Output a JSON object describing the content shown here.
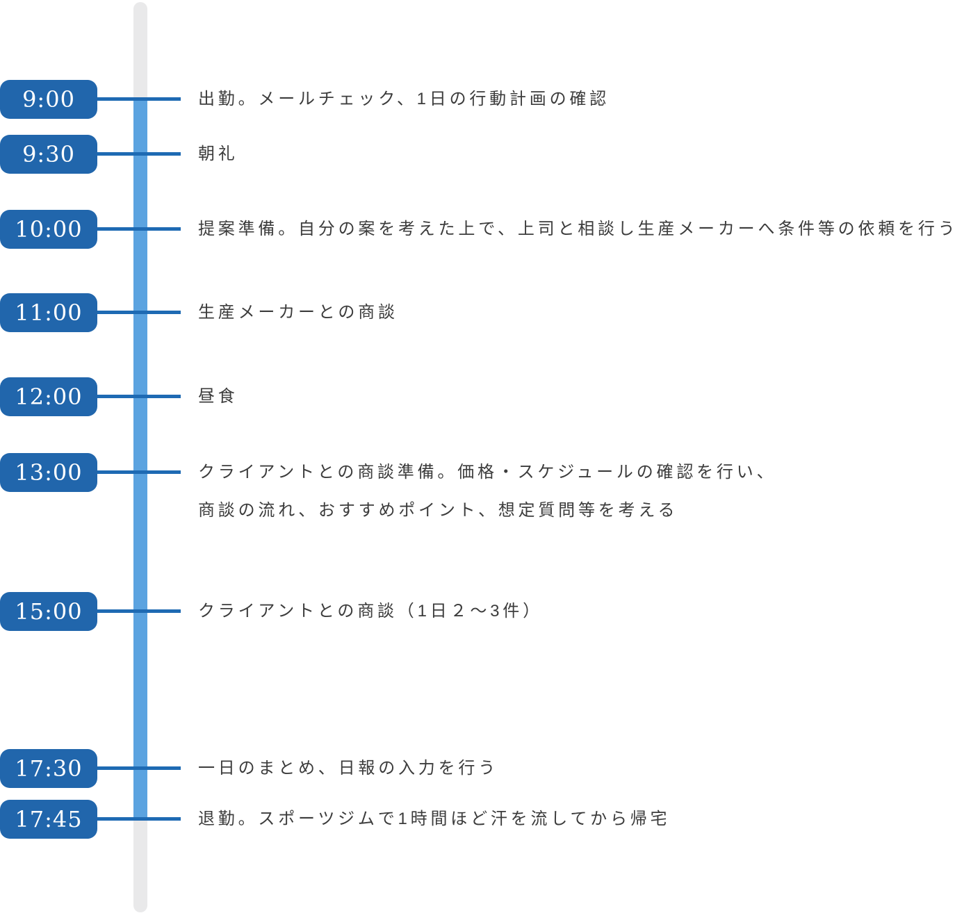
{
  "timeline": {
    "type": "daily-schedule-timeline",
    "colors": {
      "badge_blue": "#2166ac",
      "connector_blue": "#1e6ab3",
      "track_gray": "#e9e9ea",
      "progress_light_blue": "#5ba3e0",
      "text_gray": "#3c3c3c",
      "badge_text": "#ffffff"
    },
    "items": [
      {
        "time": "9:00",
        "text": "出勤。メールチェック、1日の行動計画の確認"
      },
      {
        "time": "9:30",
        "text": "朝礼"
      },
      {
        "time": "10:00",
        "text": "提案準備。自分の案を考えた上で、上司と相談し生産メーカーへ条件等の依頼を行う"
      },
      {
        "time": "11:00",
        "text": "生産メーカーとの商談"
      },
      {
        "time": "12:00",
        "text": "昼食"
      },
      {
        "time": "13:00",
        "text": "クライアントとの商談準備。価格・スケジュールの確認を行い、\n商談の流れ、おすすめポイント、想定質問等を考える"
      },
      {
        "time": "15:00",
        "text": "クライアントとの商談（1日２～3件）"
      },
      {
        "time": "17:30",
        "text": "一日のまとめ、日報の入力を行う"
      },
      {
        "time": "17:45",
        "text": "退勤。スポーツジムで1時間ほど汗を流してから帰宅"
      }
    ]
  }
}
